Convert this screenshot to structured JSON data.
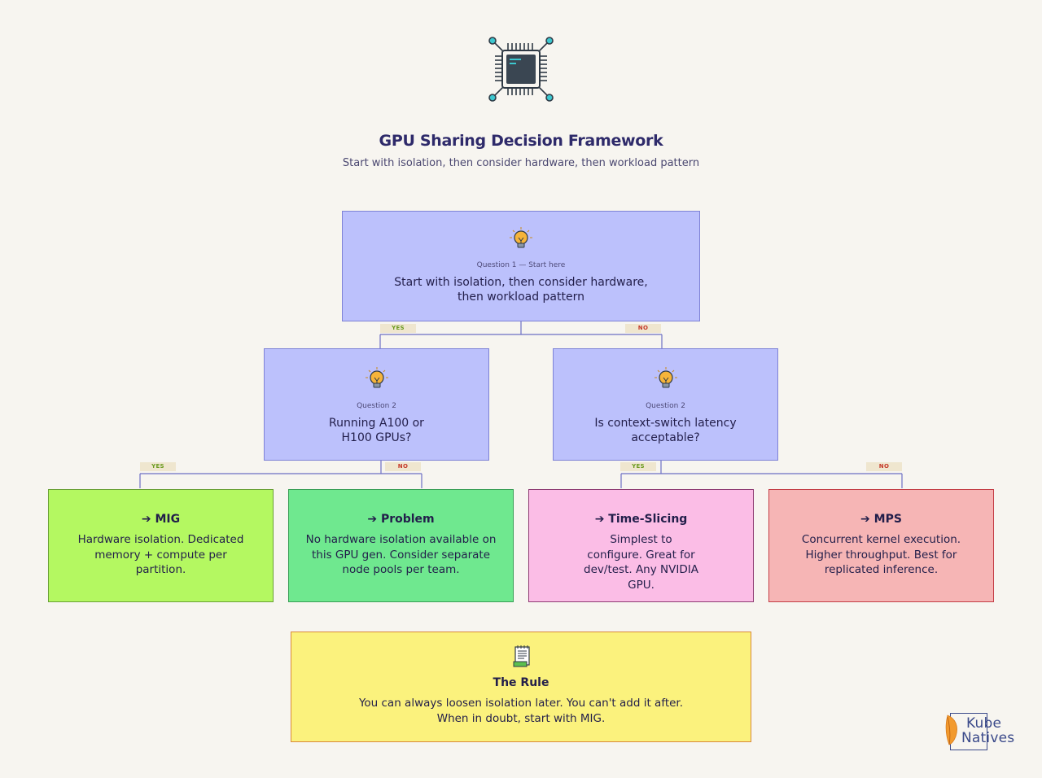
{
  "header": {
    "title": "GPU Sharing Decision Framework",
    "subtitle": "Start with isolation, then consider hardware, then workload pattern",
    "icon": "cpu-chip-icon"
  },
  "question1": {
    "label": "Question 1 — Start here",
    "text": "Start with isolation, then consider hardware, then workload pattern",
    "icon": "lightbulb-icon"
  },
  "question2_left": {
    "label": "Question 2",
    "text": "Running A100 or H100 GPUs?",
    "icon": "lightbulb-icon"
  },
  "question2_right": {
    "label": "Question 2",
    "text": "Is context-switch latency acceptable?",
    "icon": "lightbulb-icon"
  },
  "tags": {
    "yes": "YES",
    "no": "NO"
  },
  "results": {
    "mig": {
      "arrow": "➔",
      "title": "MIG",
      "body": "Hardware isolation. Dedicated memory + compute per partition.",
      "color": "#b4f861"
    },
    "problem": {
      "arrow": "➔",
      "title": "Problem",
      "body": "No hardware isolation available on this GPU gen. Consider separate node pools per team.",
      "color": "#6fe88f"
    },
    "time_slicing": {
      "arrow": "➔",
      "title": "Time-Slicing",
      "body": "Simplest to configure. Great for dev/test. Any NVIDIA GPU.",
      "color": "#fbbde6"
    },
    "mps": {
      "arrow": "➔",
      "title": "MPS",
      "body": "Concurrent kernel execution. Higher throughput. Best for replicated inference.",
      "color": "#f6b5b5"
    }
  },
  "rule": {
    "title": "The Rule",
    "body": "You can always loosen isolation later. You can't add it after. When in doubt, start with MIG.",
    "icon": "notepad-icon",
    "color": "#fbf27d"
  },
  "brand": {
    "line1": "Kube",
    "line2": "Natives",
    "icon": "feather-icon"
  }
}
